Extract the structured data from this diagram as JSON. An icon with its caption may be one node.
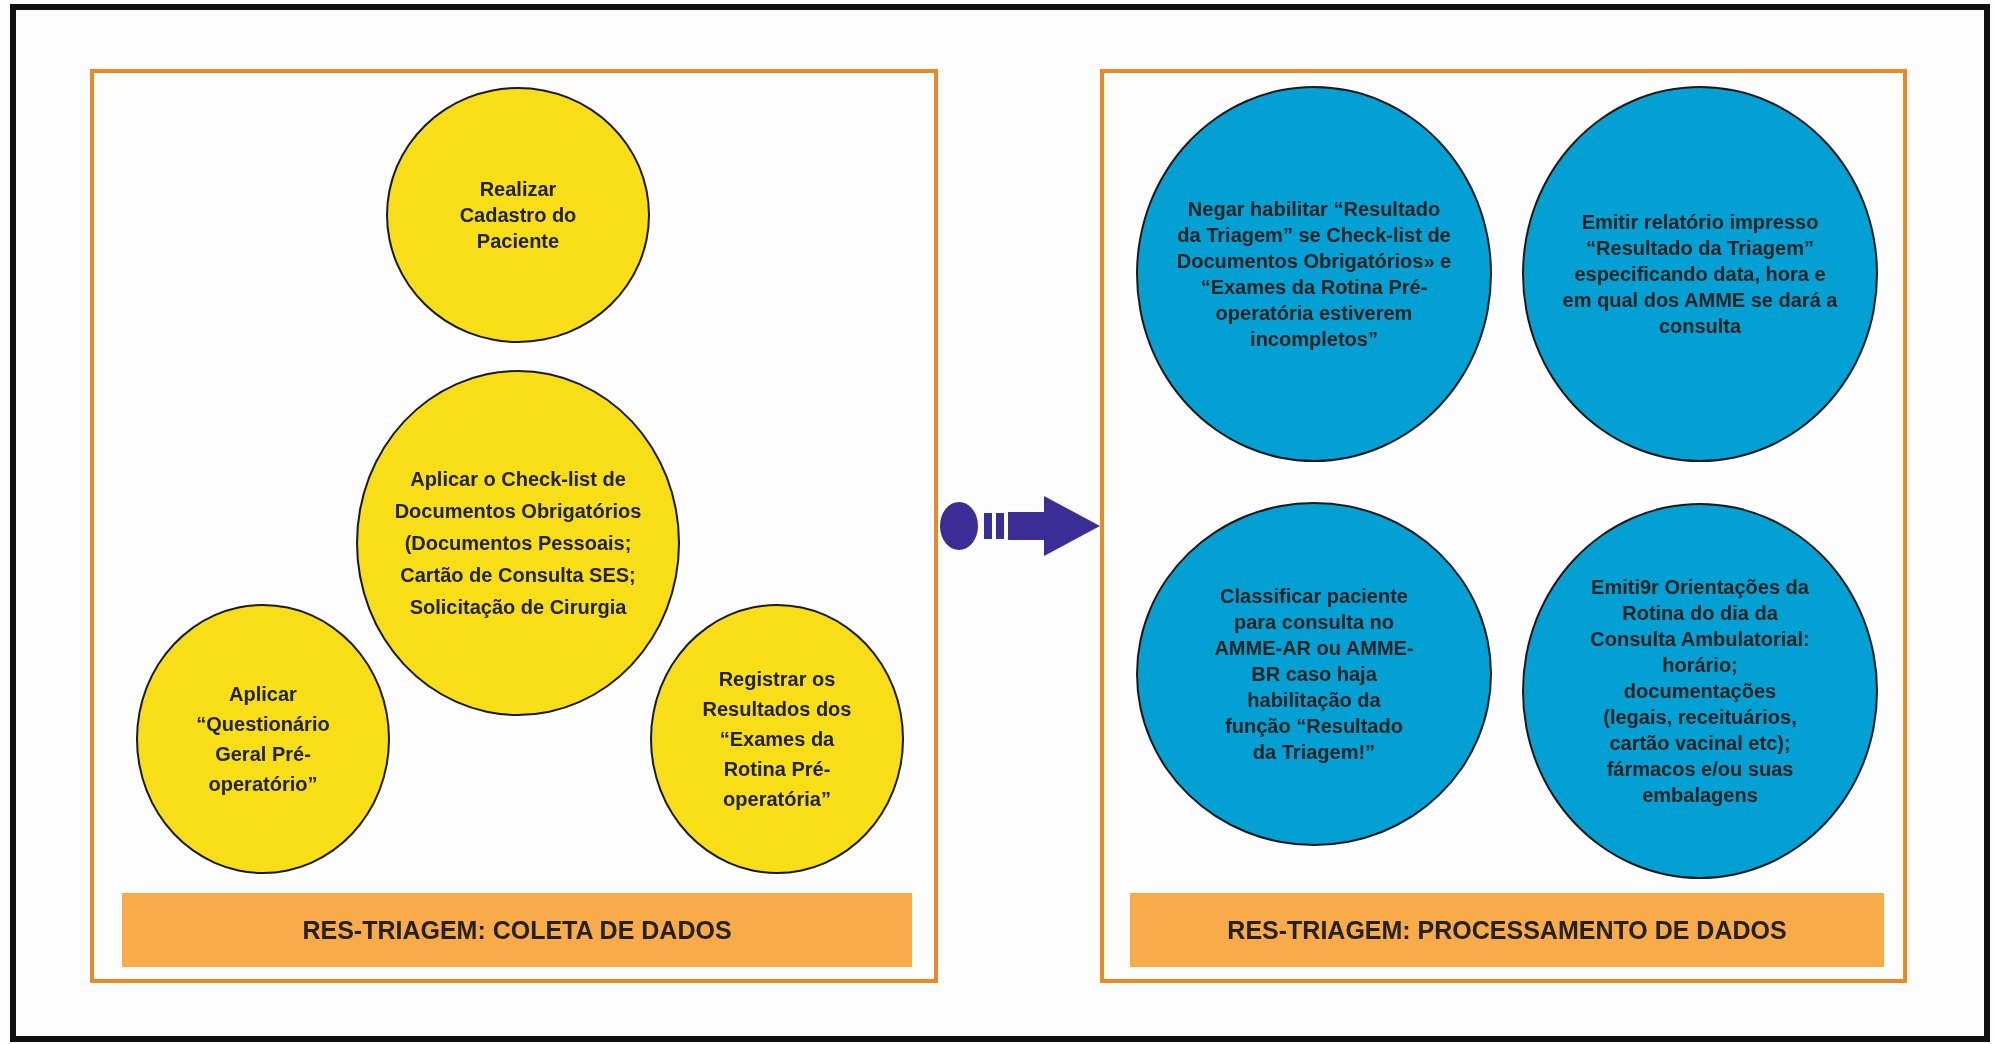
{
  "diagram": {
    "nodes": [
      {
        "text": [],
        "shape": "box"
      },
      {
        "text": [
          "Realizar Cadastro do Paciente"
        ],
        "in": 0
      },
      {
        "text": [
          "Aplicar o Check-list de Documentos Obrigatórios (Documentos Pessoais; Cartão de Consulta SES; Solicitação de Cirurgia"
        ],
        "in": 0
      },
      {
        "text": [
          "Aplicar “Questionário Geral Pré-operatório”"
        ],
        "in": 0
      },
      {
        "text": [
          "Registrar os Resultados dos “Exames da Rotina Pré-operatória”"
        ],
        "in": 0
      },
      {
        "text": [
          "RES-TRIAGEM: COLETA DE DADOS"
        ],
        "in": 0
      },
      {
        "text": [],
        "shape": "box"
      },
      {
        "text": [
          "Negar habilitar “Resultado da Triagem” se Check-list de Documentos Obrigatórios» e “Exames da Rotina Pré-operatória estiverem incompletos”"
        ],
        "in": 6
      },
      {
        "text": [
          "Emitir relatório impresso “Resultado da Triagem” especificando data, hora e em qual dos AMME se dará a consulta"
        ],
        "in": 6
      },
      {
        "text": [
          "Classificar paciente para consulta no AMME-AR ou AMME-BR caso haja habilitação da função “Resultado da Triagem!”"
        ],
        "in": 6
      },
      {
        "text": [
          "Emiti9r Orientações da Rotina do dia da Consulta Ambulatorial: horário; documentações (legais, receituários, cartão vacinal etc); fármacos e/ou suas embalagens"
        ],
        "in": 6
      },
      {
        "text": [
          "RES-TRIAGEM: PROCESSAMENTO DE DADOS"
        ],
        "in": 6
      }
    ],
    "edges": [
      {
        "from": 0,
        "to": 6,
        "arrow": "to"
      }
    ]
  }
}
